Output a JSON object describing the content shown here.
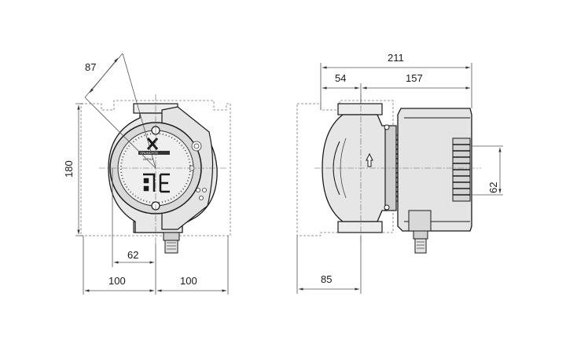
{
  "dimensions": {
    "front_diag": "87",
    "front_height": "180",
    "front_offset": "62",
    "front_left": "100",
    "front_right": "100",
    "side_total": "211",
    "side_left": "54",
    "side_right": "157",
    "side_height": "62",
    "side_bottom": "85"
  },
  "logo_text": "GRUNDFOS",
  "label_text": "ALPHA",
  "colors": {
    "line": "#1a1a1a",
    "body_fill": "#e6e6e6",
    "dark_fill": "#2a2a2a",
    "dim_line": "#555555"
  }
}
